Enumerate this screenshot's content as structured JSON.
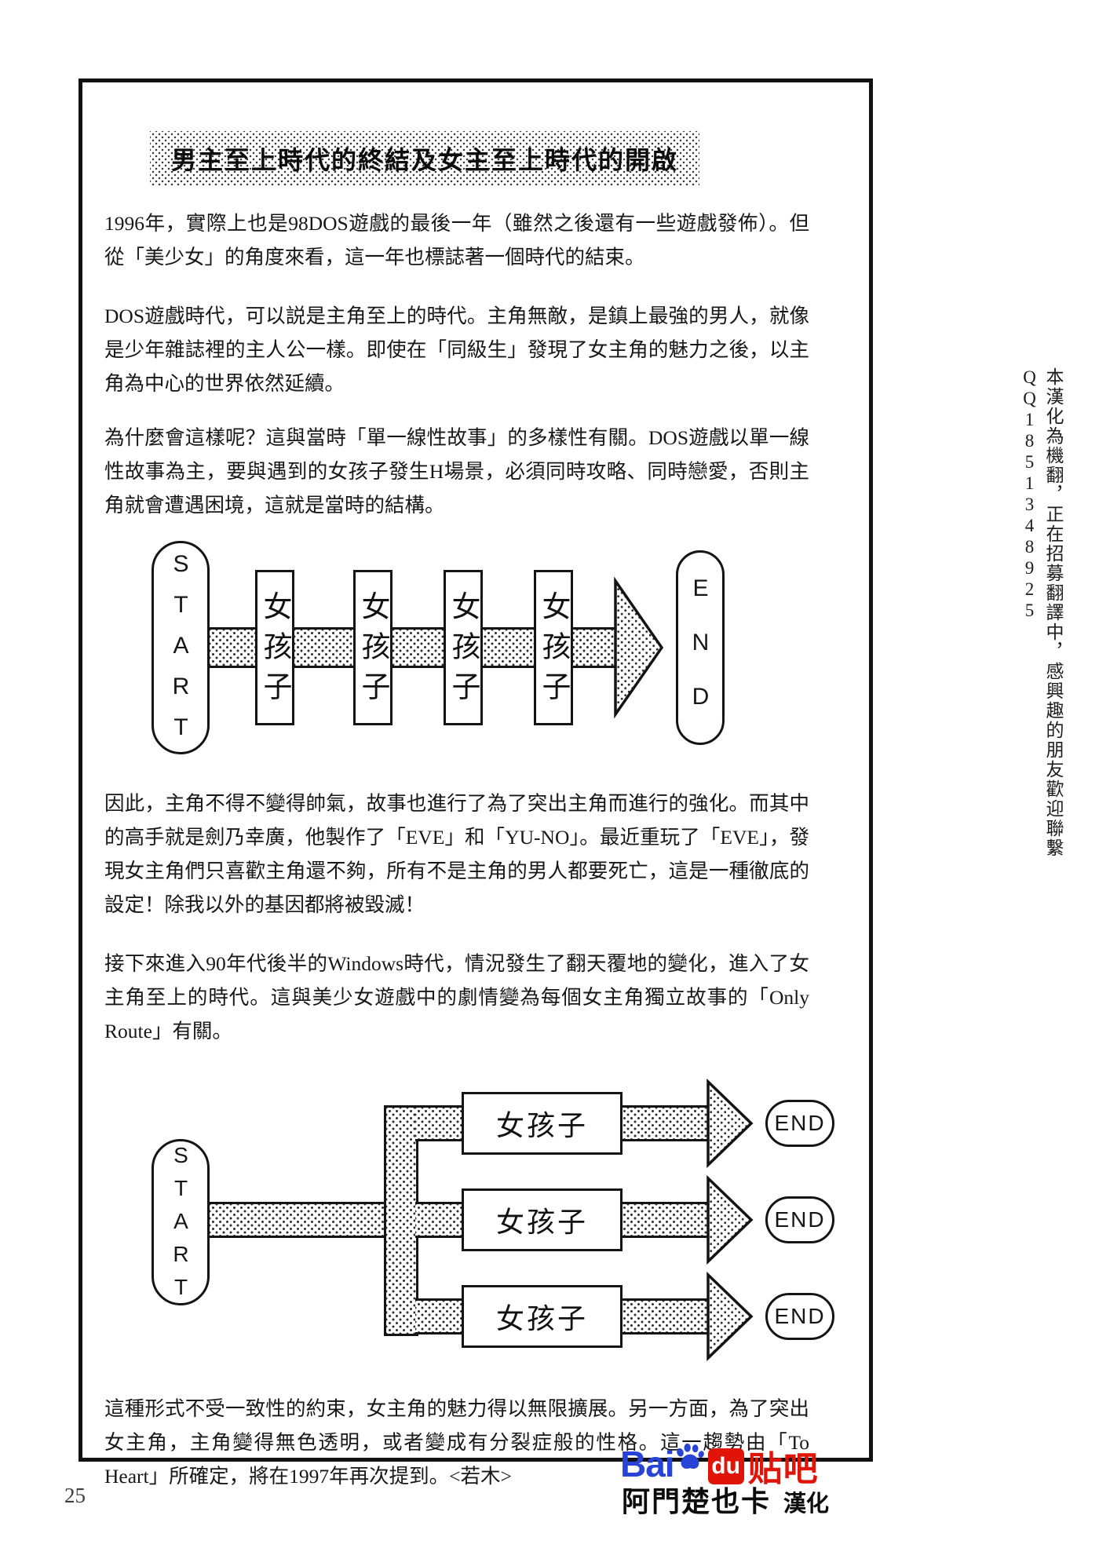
{
  "page": {
    "number": "25",
    "title": "男主至上時代的終結及女主至上時代的開啟",
    "paragraphs": {
      "p1": "1996年，實際上也是98DOS遊戲的最後一年（雖然之後還有一些遊戲發佈）。但從「美少女」的角度來看，這一年也標誌著一個時代的結束。",
      "p2": "DOS遊戲時代，可以説是主角至上的時代。主角無敵，是鎮上最強的男人，就像是少年雜誌裡的主人公一樣。即使在「同級生」發現了女主角的魅力之後，以主角為中心的世界依然延續。",
      "p3": "為什麼會這樣呢？這與當時「單一線性故事」的多樣性有關。DOS遊戲以單一線性故事為主，要與遇到的女孩子發生H場景，必須同時攻略、同時戀愛，否則主角就會遭遇困境，這就是當時的結構。",
      "p4": "因此，主角不得不變得帥氣，故事也進行了為了突出主角而進行的強化。而其中的高手就是劍乃幸廣，他製作了「EVE」和「YU-NO」。最近重玩了「EVE」，發現女主角們只喜歡主角還不夠，所有不是主角的男人都要死亡，這是一種徹底的設定！除我以外的基因都將被毀滅！",
      "p5": "接下來進入90年代後半的Windows時代，情況發生了翻天覆地的變化，進入了女主角至上的時代。這與美少女遊戲中的劇情變為每個女主角獨立故事的「Only Route」有關。",
      "p6": "這種形式不受一致性的約束，女主角的魅力得以無限擴展。另一方面，為了突出女主角，主角變得無色透明，或者變成有分裂症般的性格。這一趨勢由「To Heart」所確定，將在1997年再次提到。<若木>"
    },
    "margin_note": "本漢化為機翻，正在招募翻譯中，感興趣的朋友歡迎聯繫QQ1851348925"
  },
  "diagrams": {
    "linear": {
      "start_label": "START",
      "girl_label": "女孩子",
      "end_label": "END"
    },
    "branching": {
      "start_label": "START",
      "girl_label": "女孩子",
      "end_label": "END"
    }
  },
  "footer": {
    "logo_bai": "Bai",
    "logo_du": "du",
    "logo_tieba": "贴吧",
    "credit_name": "阿門楚也卡",
    "credit_role": "漢化",
    "colors": {
      "baidu_blue": "#2744d7",
      "baidu_red": "#e1140a"
    }
  }
}
